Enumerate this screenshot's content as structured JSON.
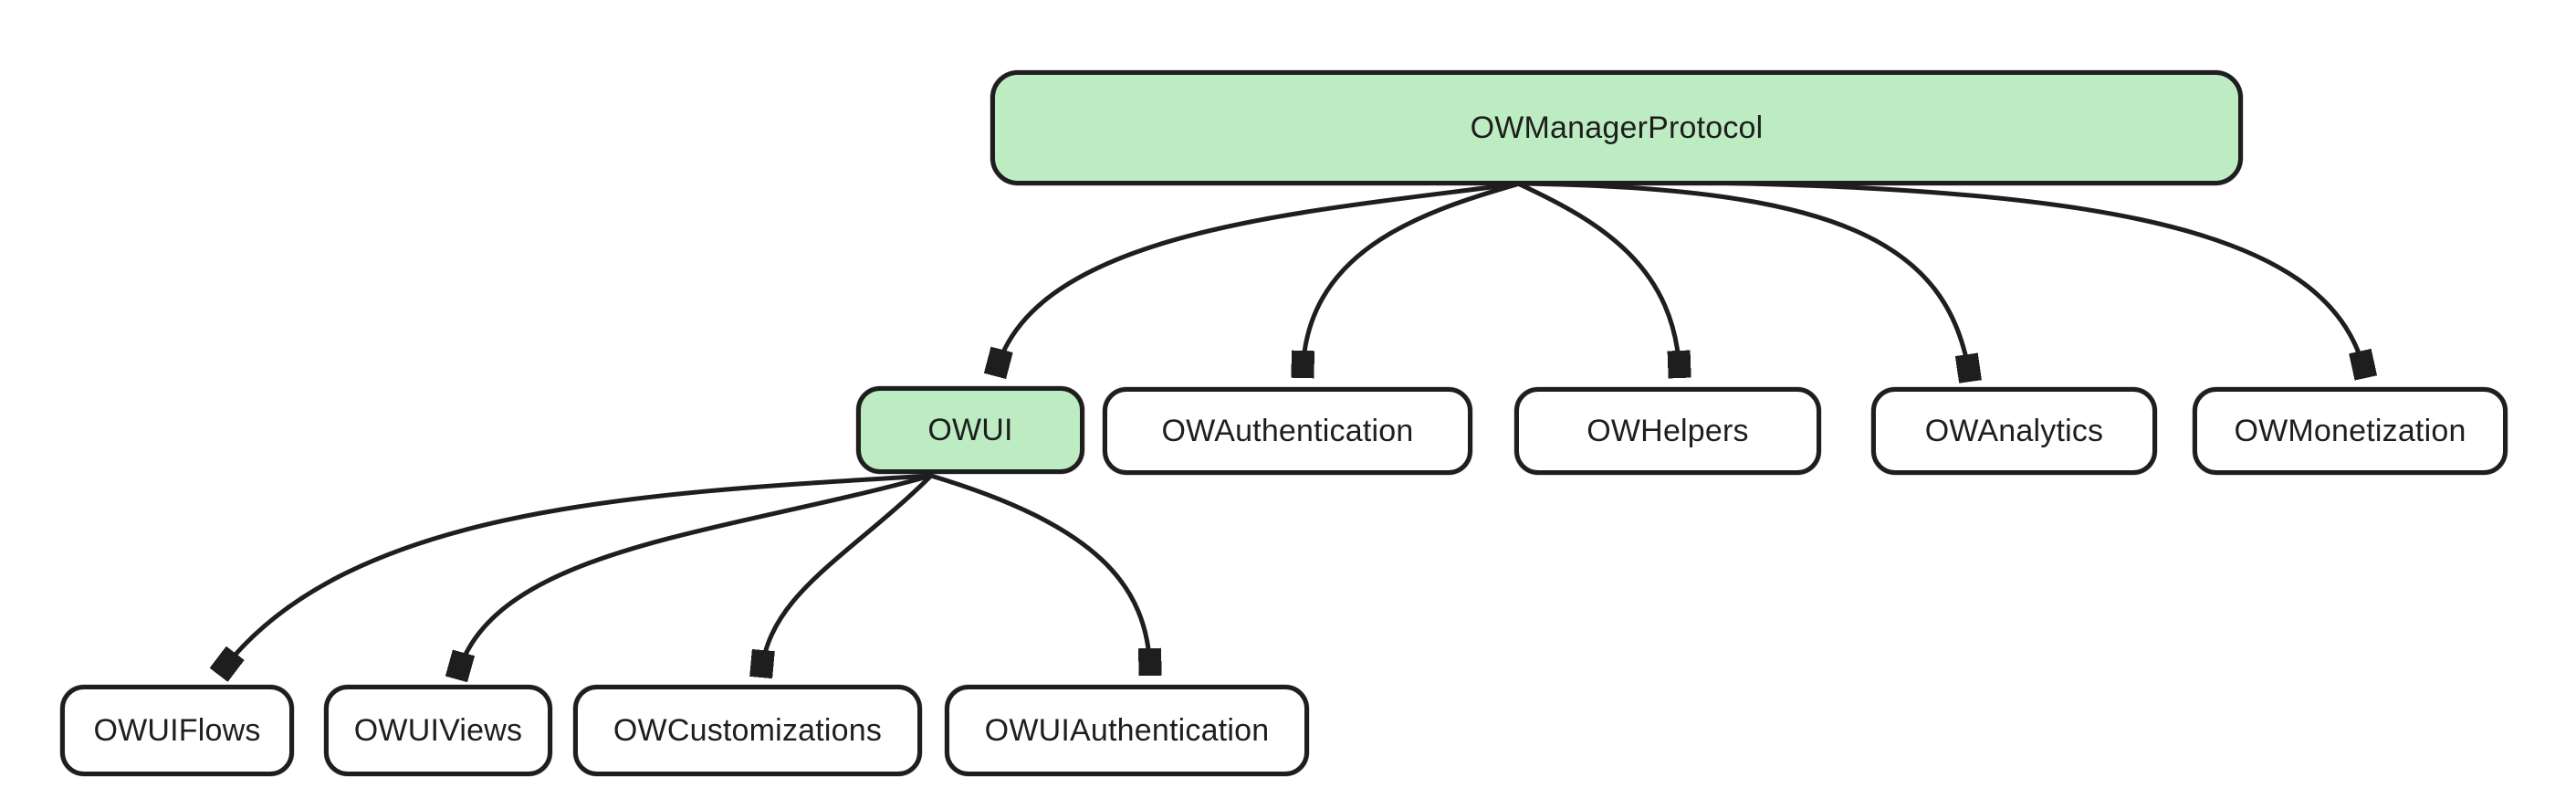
{
  "diagram": {
    "type": "tree",
    "description": "Hand-drawn style protocol hierarchy diagram",
    "colors": {
      "background": "#ffffff",
      "stroke": "#1e1e1e",
      "node_fill_green": "#bdecc3",
      "node_fill_white": "#ffffff"
    },
    "nodes": [
      {
        "id": "owmanagerprotocol",
        "label": "OWManagerProtocol",
        "level": 0,
        "fill": "green"
      },
      {
        "id": "owui",
        "label": "OWUI",
        "level": 1,
        "fill": "green"
      },
      {
        "id": "owauthentication",
        "label": "OWAuthentication",
        "level": 1,
        "fill": "white"
      },
      {
        "id": "owhelpers",
        "label": "OWHelpers",
        "level": 1,
        "fill": "white"
      },
      {
        "id": "owanalytics",
        "label": "OWAnalytics",
        "level": 1,
        "fill": "white"
      },
      {
        "id": "owmonetization",
        "label": "OWMonetization",
        "level": 1,
        "fill": "white"
      },
      {
        "id": "owuiflows",
        "label": "OWUIFlows",
        "level": 2,
        "fill": "white"
      },
      {
        "id": "owuiviews",
        "label": "OWUIViews",
        "level": 2,
        "fill": "white"
      },
      {
        "id": "owcustomizations",
        "label": "OWCustomizations",
        "level": 2,
        "fill": "white"
      },
      {
        "id": "owuiauthentication",
        "label": "OWUIAuthentication",
        "level": 2,
        "fill": "white"
      }
    ],
    "edges": [
      {
        "from": "OWManagerProtocol",
        "to": "OWUI"
      },
      {
        "from": "OWManagerProtocol",
        "to": "OWAuthentication"
      },
      {
        "from": "OWManagerProtocol",
        "to": "OWHelpers"
      },
      {
        "from": "OWManagerProtocol",
        "to": "OWAnalytics"
      },
      {
        "from": "OWManagerProtocol",
        "to": "OWMonetization"
      },
      {
        "from": "OWUI",
        "to": "OWUIFlows"
      },
      {
        "from": "OWUI",
        "to": "OWUIViews"
      },
      {
        "from": "OWUI",
        "to": "OWCustomizations"
      },
      {
        "from": "OWUI",
        "to": "OWUIAuthentication"
      }
    ]
  }
}
